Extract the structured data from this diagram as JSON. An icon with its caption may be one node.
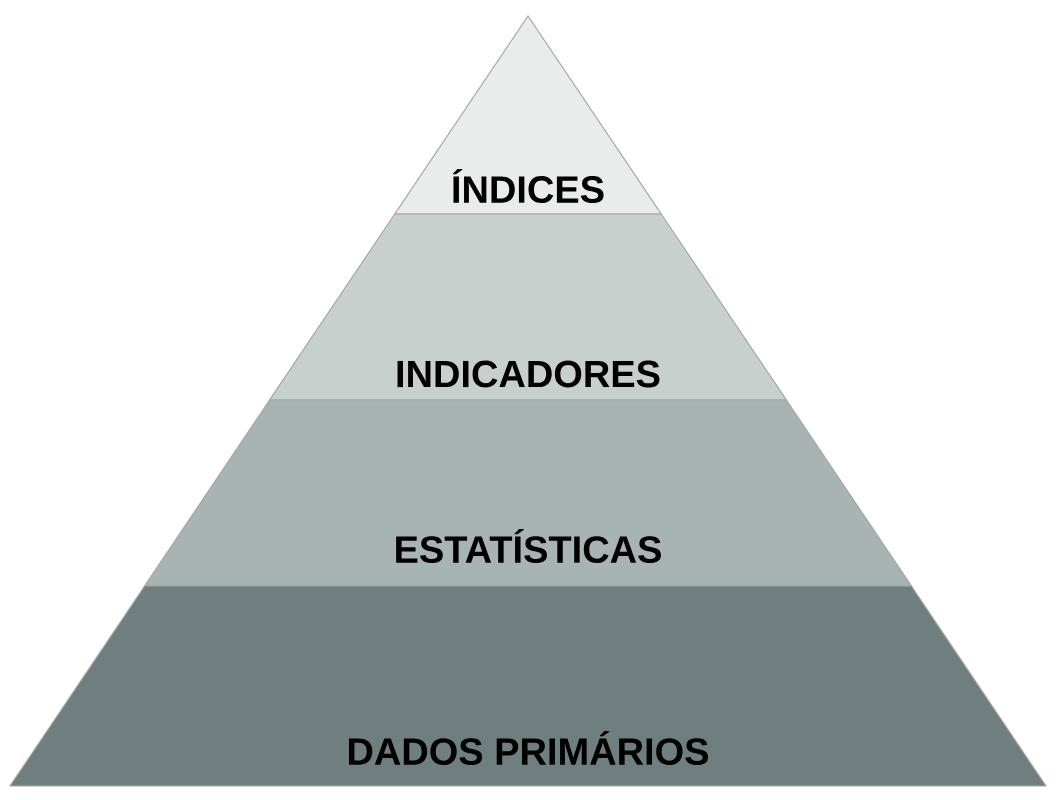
{
  "diagram": {
    "nodes": [
      {
        "text": [
          "ÍNDICES"
        ]
      },
      {
        "text": [
          "INDICADORES"
        ]
      },
      {
        "text": [
          "ESTATÍSTICAS"
        ]
      },
      {
        "text": [
          "DADOS PRIMÁRIOS"
        ]
      }
    ]
  }
}
